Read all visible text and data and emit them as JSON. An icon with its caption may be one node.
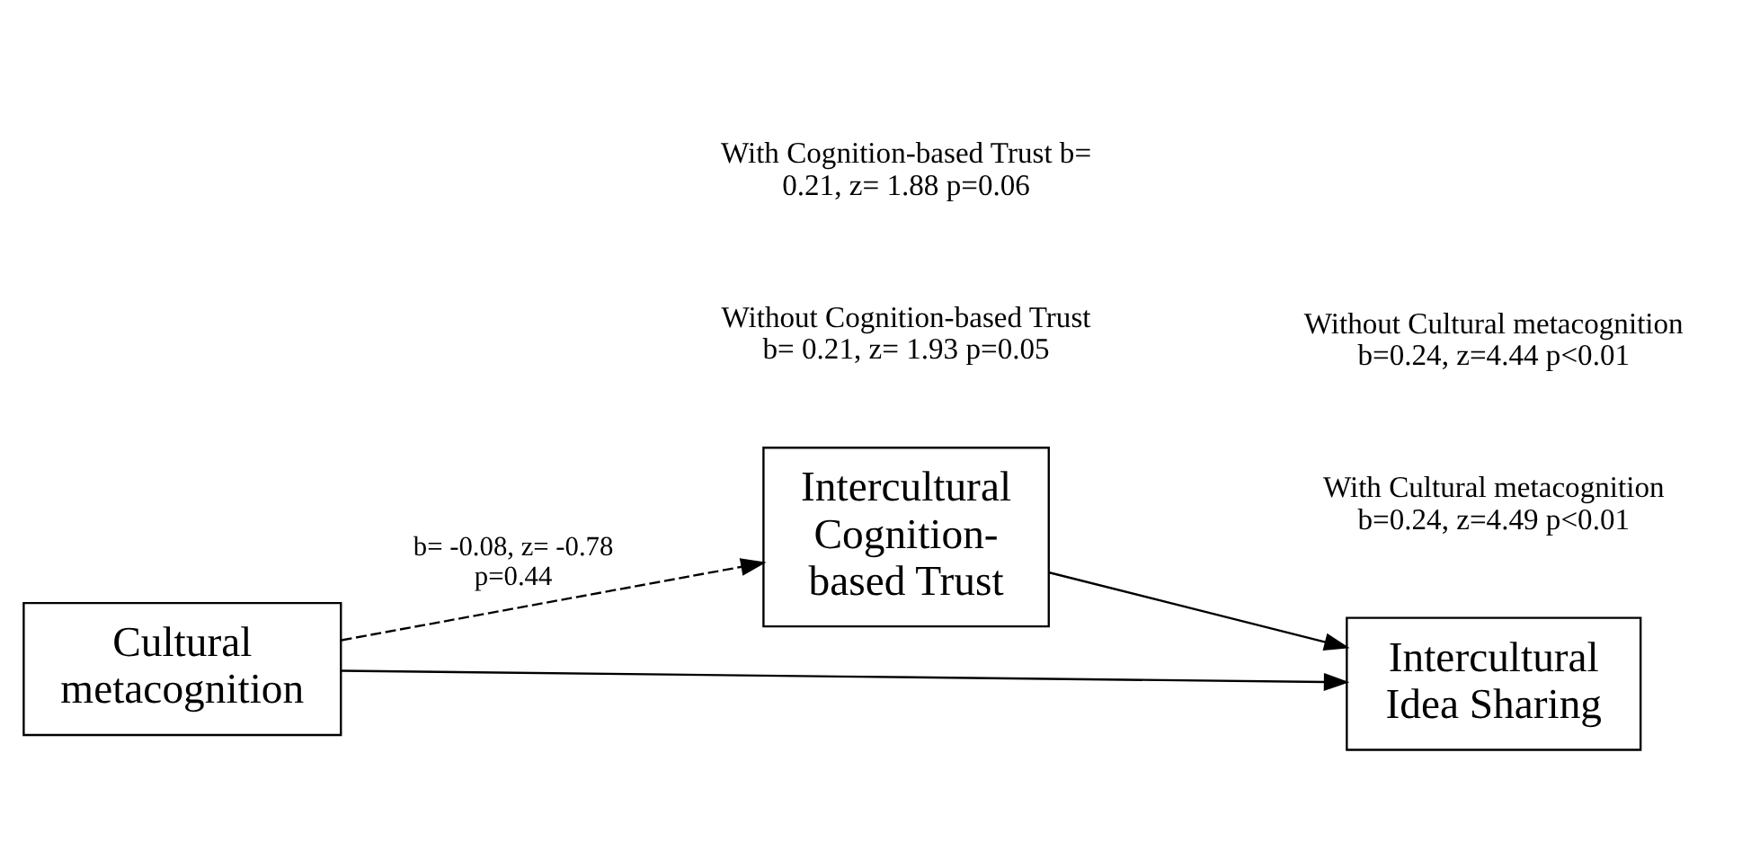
{
  "diagram": {
    "nodes": [
      {
        "text": [
          "Cultural metacognition"
        ]
      },
      {
        "text": [
          "Intercultural Cognition-based Trust"
        ]
      },
      {
        "text": [
          "Intercultural Idea Sharing"
        ]
      }
    ],
    "edges": [
      {
        "from": 0,
        "to": 1,
        "arrow": "to",
        "style": "dashed",
        "label": "b= -0.08, z= -0.78 p=0.44"
      },
      {
        "from": 1,
        "to": 2,
        "arrow": "to"
      },
      {
        "from": 0,
        "to": 2,
        "arrow": "to"
      }
    ],
    "labels": [
      "With Cultural metacognition b=0.24, z=4.49 p<0.01",
      "Without Cultural metacognition b=0.24, z=4.44 p<0.01",
      "Without Cognition-based Trust b= 0.21, z= 1.93 p=0.05",
      "With Cognition-based Trust b= 0.21, z= 1.88 p=0.06"
    ]
  }
}
